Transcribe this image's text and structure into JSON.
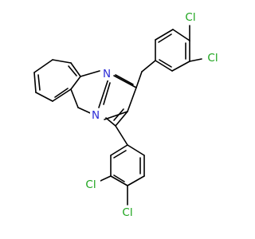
{
  "molecule": {
    "atoms": {
      "cl1": {
        "label": "Cl",
        "color": "#1aa31a"
      },
      "cl2": {
        "label": "Cl",
        "color": "#1aa31a"
      },
      "cl3": {
        "label": "Cl",
        "color": "#1aa31a"
      },
      "cl4": {
        "label": "Cl",
        "color": "#1aa31a"
      },
      "n1": {
        "label": "N",
        "color": "#2b2bd6"
      },
      "n2": {
        "label": "N",
        "color": "#2b2bd6"
      }
    },
    "bond_color": "#000000"
  }
}
